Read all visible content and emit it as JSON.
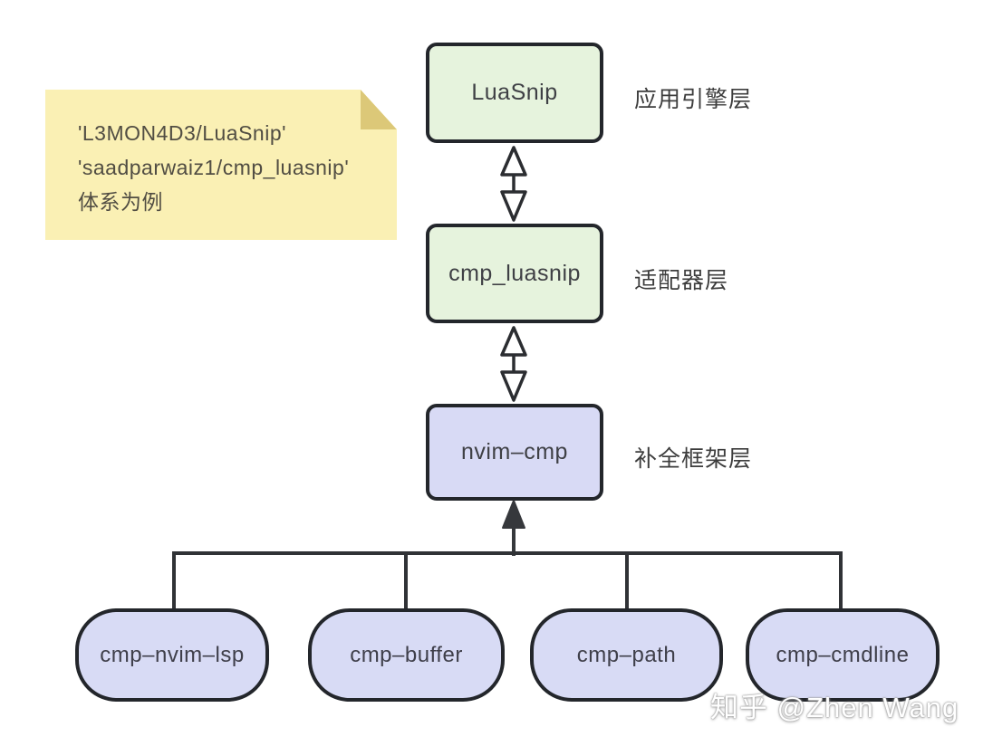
{
  "note": {
    "lines": [
      "'L3MON4D3/LuaSnip'",
      "'saadparwaiz1/cmp_luasnip'",
      "体系为例"
    ]
  },
  "layers": [
    {
      "name": "LuaSnip",
      "label": "应用引擎层",
      "fill": "#e6f3dd"
    },
    {
      "name": "cmp_luasnip",
      "label": "适配器层",
      "fill": "#e6f3dd"
    },
    {
      "name": "nvim–cmp",
      "label": "补全框架层",
      "fill": "#d8daf5"
    }
  ],
  "sources": [
    {
      "name": "cmp–nvim–lsp"
    },
    {
      "name": "cmp–buffer"
    },
    {
      "name": "cmp–path"
    },
    {
      "name": "cmp–cmdline"
    }
  ],
  "watermark": "知乎 @Zhen Wang",
  "colors": {
    "engine_fill": "#e6f3dd",
    "framework_fill": "#d8daf5",
    "source_fill": "#d8dbf5",
    "border": "#23262b",
    "connector_line": "#303236",
    "note_bg": "#faf0b4",
    "note_fold": "#dcc878",
    "note_text": "#514d43",
    "watermark_text": "#ffffff"
  }
}
